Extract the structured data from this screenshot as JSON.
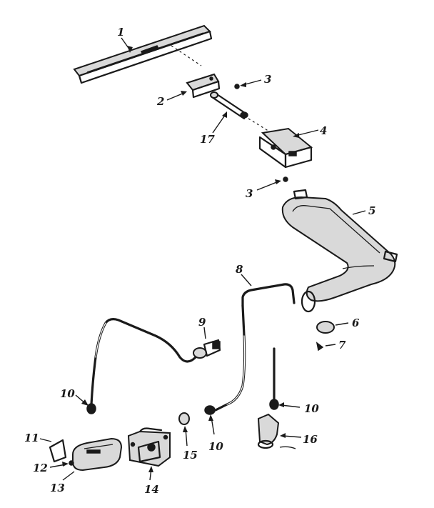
{
  "diagram": {
    "callouts": [
      {
        "id": "c1",
        "text": "1"
      },
      {
        "id": "c2",
        "text": "2"
      },
      {
        "id": "c3a",
        "text": "3"
      },
      {
        "id": "c17",
        "text": "17"
      },
      {
        "id": "c4",
        "text": "4"
      },
      {
        "id": "c3b",
        "text": "3"
      },
      {
        "id": "c5",
        "text": "5"
      },
      {
        "id": "c8",
        "text": "8"
      },
      {
        "id": "c6",
        "text": "6"
      },
      {
        "id": "c7",
        "text": "7"
      },
      {
        "id": "c9",
        "text": "9"
      },
      {
        "id": "c10a",
        "text": "10"
      },
      {
        "id": "c10b",
        "text": "10"
      },
      {
        "id": "c10c",
        "text": "10"
      },
      {
        "id": "c11",
        "text": "11"
      },
      {
        "id": "c12",
        "text": "12"
      },
      {
        "id": "c13",
        "text": "13"
      },
      {
        "id": "c14",
        "text": "14"
      },
      {
        "id": "c15",
        "text": "15"
      },
      {
        "id": "c16",
        "text": "16"
      }
    ]
  }
}
